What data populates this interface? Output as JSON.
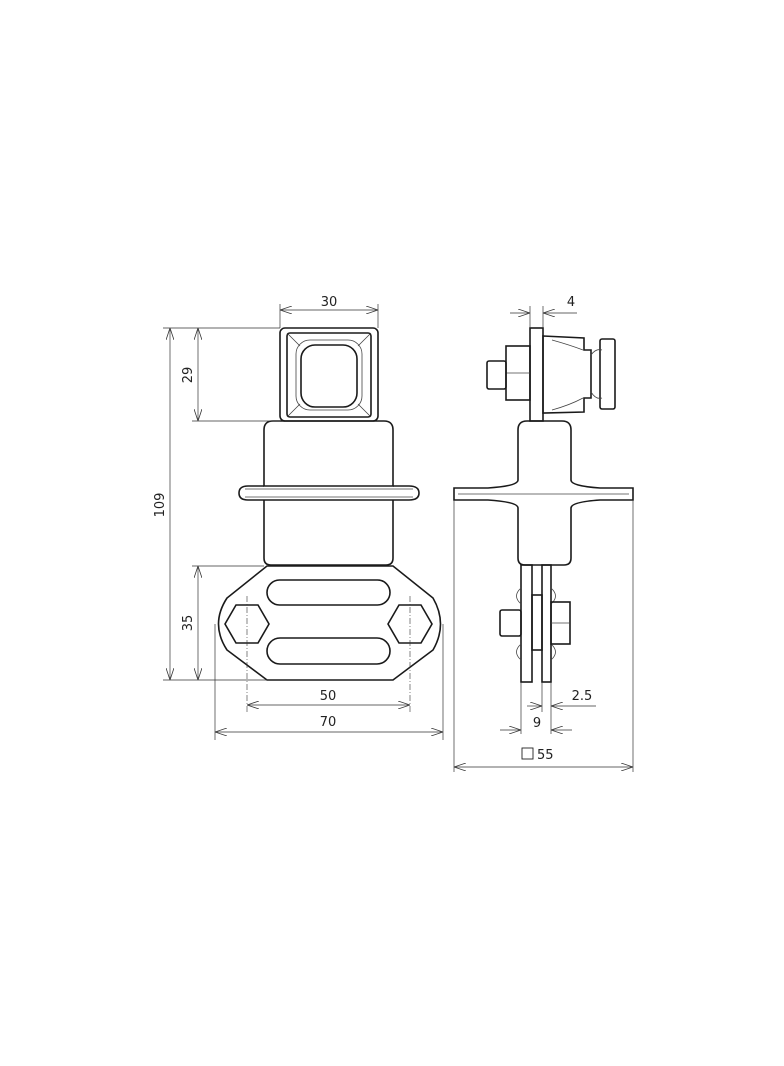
{
  "drawing": {
    "front_view": {
      "dimensions": {
        "top_width": "30",
        "total_height": "109",
        "top_height": "29",
        "base_height": "35",
        "hole_spacing": "50",
        "base_width": "70"
      }
    },
    "side_view": {
      "dimensions": {
        "plate_thickness": "4",
        "lower_plate_thickness": "2.5",
        "lower_width": "9",
        "flange_square": "55"
      },
      "square_symbol": "square-symbol"
    },
    "colors": {
      "line": "#1a1a1a",
      "background": "#ffffff"
    }
  }
}
